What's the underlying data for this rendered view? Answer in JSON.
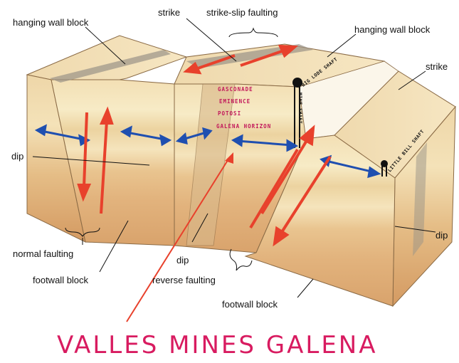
{
  "labels": {
    "hanging_wall_left": "hanging wall block",
    "strike_top": "strike",
    "strike_slip": "strike-slip faulting",
    "hanging_wall_right": "hanging wall block",
    "strike_right": "strike",
    "dip_left": "dip",
    "normal_faulting": "normal faulting",
    "footwall_left": "footwall block",
    "dip_center": "dip",
    "reverse_faulting": "reverse faulting",
    "dip_right": "dip",
    "footwall_right": "footwall block"
  },
  "formations": [
    "GASCONADE",
    "EMINENCE",
    "POTOSI",
    "GALENA HORIZON"
  ],
  "shafts": {
    "big_lode": "BIG LODE SHAFT",
    "mine": "MINE SHAFT",
    "little_bill": "LITTLE BILL SHAFT"
  },
  "title": "VALLES MINES GALENA",
  "colors": {
    "arrow_red": "#e8412c",
    "arrow_blue": "#1f4fb0",
    "title_pink": "#d81b60",
    "strata_light": "#f6e7bd",
    "strata_mid": "#e9c48f",
    "strata_dark": "#d9a36c"
  }
}
